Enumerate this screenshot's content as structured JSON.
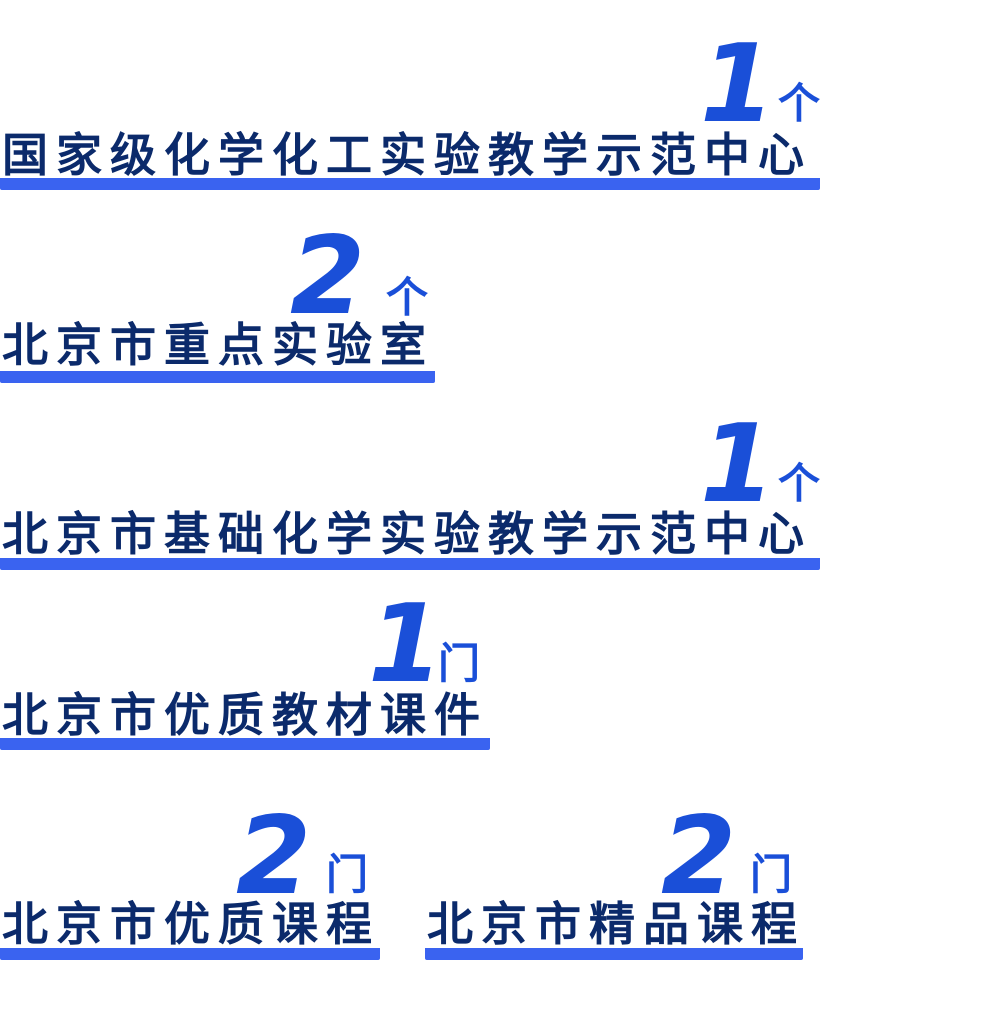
{
  "colors": {
    "text": "#0b2a6b",
    "accent": "#1a4fd8",
    "underline": "#3a63f0"
  },
  "items": [
    {
      "label": "国家级化学化工实验教学示范中心",
      "count": "1",
      "unit": "个"
    },
    {
      "label": "北京市重点实验室",
      "count": "2",
      "unit": "个"
    },
    {
      "label": "北京市基础化学实验教学示范中心",
      "count": "1",
      "unit": "个"
    },
    {
      "label": "北京市优质教材课件",
      "count": "1",
      "unit": "门"
    },
    {
      "label": "北京市优质课程",
      "count": "2",
      "unit": "门"
    },
    {
      "label": "北京市精品课程",
      "count": "2",
      "unit": "门"
    }
  ]
}
